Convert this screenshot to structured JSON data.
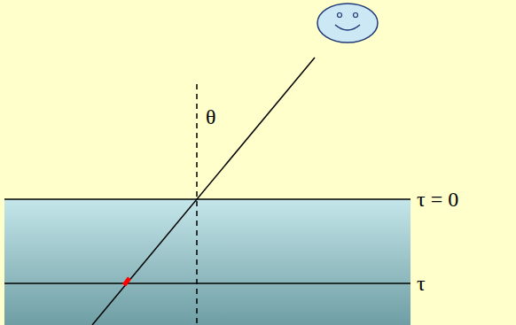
{
  "diagram": {
    "labels": [
      "θ",
      "τ = 0",
      "τ"
    ]
  }
}
